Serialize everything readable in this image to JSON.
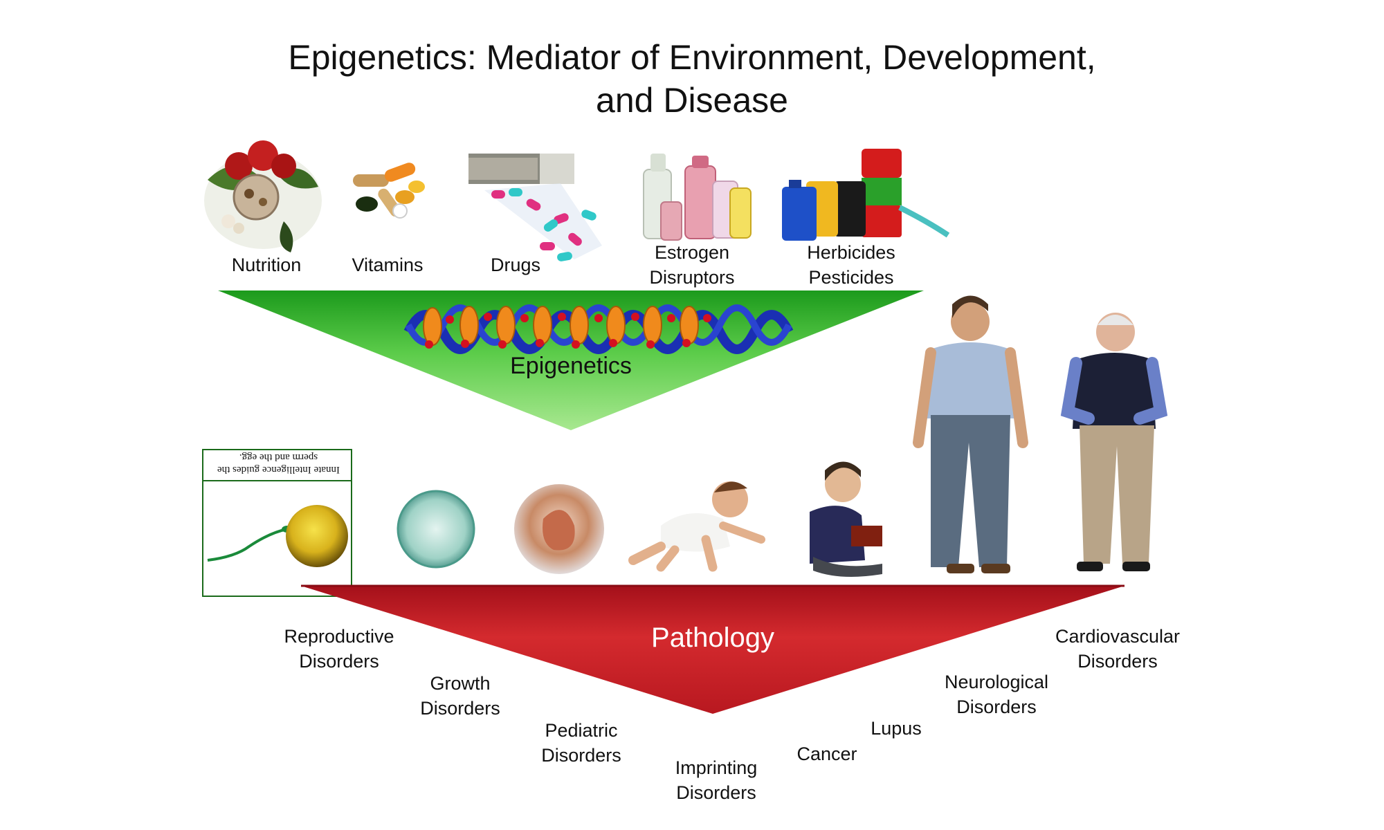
{
  "title": {
    "line1": "Epigenetics: Mediator of Environment, Development,",
    "line2": "and Disease"
  },
  "environment": [
    {
      "id": "nutrition",
      "label1": "Nutrition",
      "label2": ""
    },
    {
      "id": "vitamins",
      "label1": "Vitamins",
      "label2": ""
    },
    {
      "id": "drugs",
      "label1": "Drugs",
      "label2": ""
    },
    {
      "id": "estrogen",
      "label1": "Estrogen",
      "label2": "Disruptors"
    },
    {
      "id": "herbicides",
      "label1": "Herbicides",
      "label2": "Pesticides"
    }
  ],
  "epigenetics_label": "Epigenetics",
  "pathology_label": "Pathology",
  "inset_text": {
    "line1": "Innate Intelligence guides the",
    "line2": "sperm and the egg."
  },
  "disorders": [
    {
      "id": "reproductive",
      "label1": "Reproductive",
      "label2": "Disorders"
    },
    {
      "id": "growth",
      "label1": "Growth",
      "label2": "Disorders"
    },
    {
      "id": "pediatric",
      "label1": "Pediatric",
      "label2": "Disorders"
    },
    {
      "id": "imprinting",
      "label1": "Imprinting",
      "label2": "Disorders"
    },
    {
      "id": "cancer",
      "label1": "Cancer",
      "label2": ""
    },
    {
      "id": "lupus",
      "label1": "Lupus",
      "label2": ""
    },
    {
      "id": "neurological",
      "label1": "Neurological",
      "label2": "Disorders"
    },
    {
      "id": "cardiovascular",
      "label1": "Cardiovascular",
      "label2": "Disorders"
    }
  ],
  "colors": {
    "epigenetics_green": "#2ea82e",
    "pathology_red": "#b3151c",
    "dna_blue": "#1a2fb3",
    "nucleosome_orange": "#f08a1c"
  }
}
